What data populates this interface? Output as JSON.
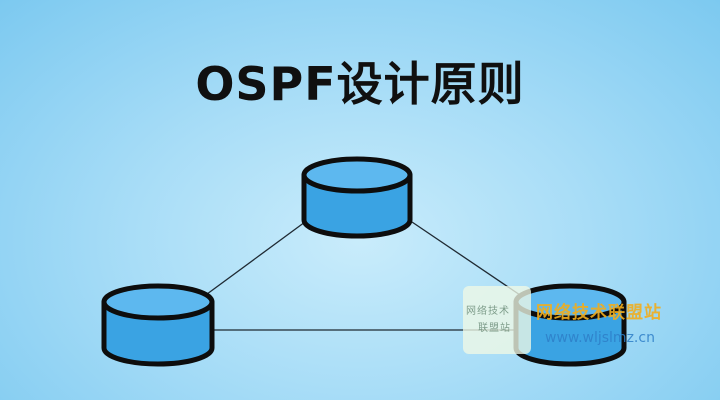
{
  "title": "OSPF设计原则",
  "colors": {
    "background_center": "#c9ecfb",
    "background_edge": "#7cc9f0",
    "cylinder_fill": "#3aa3e3",
    "cylinder_top": "#5db8ef",
    "outline": "#0d0d0d",
    "link_line": "#1f2a33"
  },
  "diagram": {
    "nodes": [
      {
        "id": "top-router",
        "icon": "router-cylinder-icon"
      },
      {
        "id": "left-router",
        "icon": "router-cylinder-icon"
      },
      {
        "id": "right-router",
        "icon": "router-cylinder-icon"
      }
    ],
    "links": [
      {
        "from": "top-router",
        "to": "left-router"
      },
      {
        "from": "top-router",
        "to": "right-router"
      },
      {
        "from": "left-router",
        "to": "right-router"
      }
    ]
  },
  "watermark": {
    "small_line1": "网络技术",
    "small_line2": "联盟站",
    "name": "网络技术联盟站",
    "url": "www.wljslmz.cn"
  }
}
